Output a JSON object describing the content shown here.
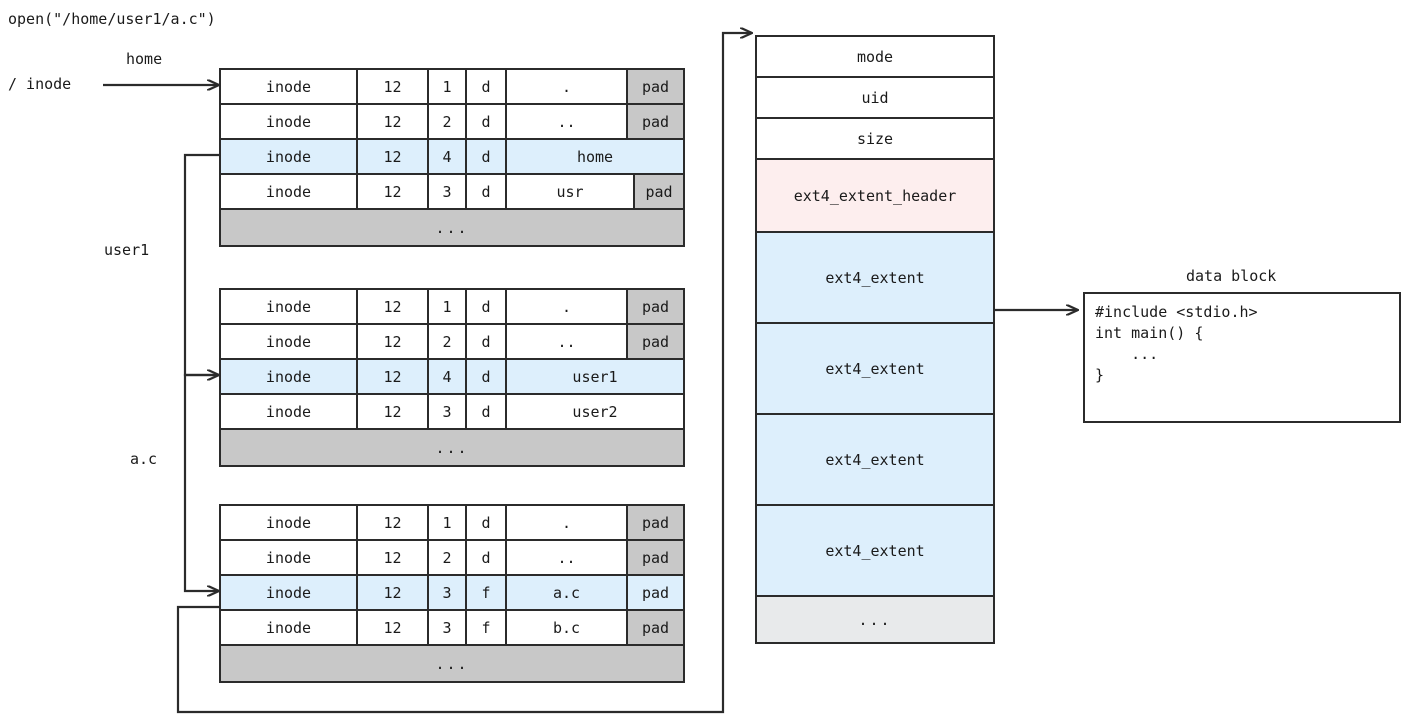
{
  "title_call": "open(\"/home/user1/a.c\")",
  "root": {
    "label": "/ inode",
    "edge_label": "home"
  },
  "edge_labels": {
    "user1": "user1",
    "ac": "a.c"
  },
  "ellipsis": "...",
  "pad_label": "pad",
  "dir_tables": [
    {
      "name": "root-dir-block",
      "rows": [
        {
          "inode": "inode",
          "rec_len": "12",
          "name_len": "1",
          "type": "d",
          "fname": ".",
          "pad": "pad",
          "highlight": false
        },
        {
          "inode": "inode",
          "rec_len": "12",
          "name_len": "2",
          "type": "d",
          "fname": "..",
          "pad": "pad",
          "highlight": false
        },
        {
          "inode": "inode",
          "rec_len": "12",
          "name_len": "4",
          "type": "d",
          "fname": "home",
          "pad": null,
          "highlight": true
        },
        {
          "inode": "inode",
          "rec_len": "12",
          "name_len": "3",
          "type": "d",
          "fname": "usr",
          "pad": "pad",
          "highlight": false
        }
      ]
    },
    {
      "name": "home-dir-block",
      "rows": [
        {
          "inode": "inode",
          "rec_len": "12",
          "name_len": "1",
          "type": "d",
          "fname": ".",
          "pad": "pad",
          "highlight": false
        },
        {
          "inode": "inode",
          "rec_len": "12",
          "name_len": "2",
          "type": "d",
          "fname": "..",
          "pad": "pad",
          "highlight": false
        },
        {
          "inode": "inode",
          "rec_len": "12",
          "name_len": "4",
          "type": "d",
          "fname": "user1",
          "pad": null,
          "highlight": true
        },
        {
          "inode": "inode",
          "rec_len": "12",
          "name_len": "3",
          "type": "d",
          "fname": "user2",
          "pad": null,
          "highlight": false
        }
      ]
    },
    {
      "name": "user1-dir-block",
      "rows": [
        {
          "inode": "inode",
          "rec_len": "12",
          "name_len": "1",
          "type": "d",
          "fname": ".",
          "pad": "pad",
          "highlight": false
        },
        {
          "inode": "inode",
          "rec_len": "12",
          "name_len": "2",
          "type": "d",
          "fname": "..",
          "pad": "pad",
          "highlight": false
        },
        {
          "inode": "inode",
          "rec_len": "12",
          "name_len": "3",
          "type": "f",
          "fname": "a.c",
          "pad": "pad",
          "highlight": true
        },
        {
          "inode": "inode",
          "rec_len": "12",
          "name_len": "3",
          "type": "f",
          "fname": "b.c",
          "pad": "pad",
          "highlight": false
        }
      ]
    }
  ],
  "inode_struct": {
    "fields": [
      {
        "label": "mode",
        "kind": "plain"
      },
      {
        "label": "uid",
        "kind": "plain"
      },
      {
        "label": "size",
        "kind": "plain"
      },
      {
        "label": "ext4_extent_header",
        "kind": "header"
      },
      {
        "label": "ext4_extent",
        "kind": "extent"
      },
      {
        "label": "ext4_extent",
        "kind": "extent"
      },
      {
        "label": "ext4_extent",
        "kind": "extent"
      },
      {
        "label": "ext4_extent",
        "kind": "extent"
      },
      {
        "label": "...",
        "kind": "ellipsis"
      }
    ]
  },
  "data_block": {
    "caption": "data block",
    "content": "#include <stdio.h>\nint main() {\n    ...\n}"
  },
  "colors": {
    "stroke": "#2b2b2b",
    "highlight_blue": "#ddeffc",
    "pad_gray": "#c8c8c8",
    "ellipsis_gray": "#e8eaeb",
    "header_pink": "#fdeeee",
    "background": "#ffffff"
  }
}
